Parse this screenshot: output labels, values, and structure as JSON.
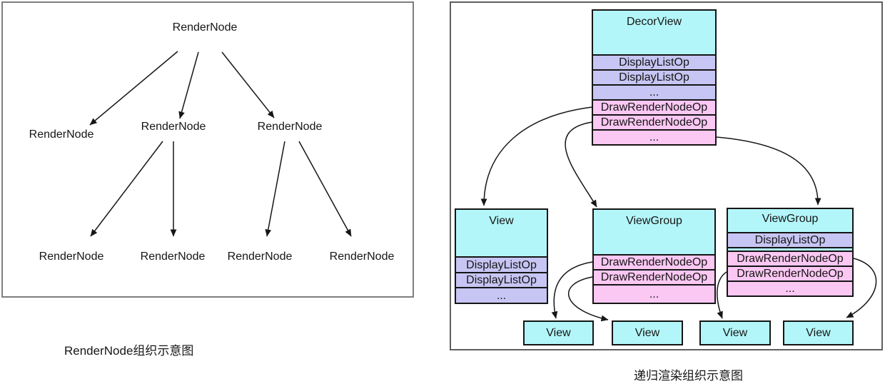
{
  "colors": {
    "cyan": "#b3f6f9",
    "purple": "#c7c5f3",
    "pink": "#fbc7f3",
    "box_border": "#151515",
    "panel_border": "#6e6e6e"
  },
  "left_diagram": {
    "caption": "RenderNode组织示意图",
    "root_label": "RenderNode",
    "level2_labels": [
      "RenderNode",
      "RenderNode",
      "RenderNode"
    ],
    "leaf_labels": [
      "RenderNode",
      "RenderNode",
      "RenderNode",
      "RenderNode"
    ]
  },
  "right_diagram": {
    "caption": "递归渲染组织示意图",
    "decorview_stack": {
      "title": "DecorView",
      "rows": [
        "DisplayListOp",
        "DisplayListOp",
        "...",
        "DrawRenderNodeOp",
        "DrawRenderNodeOp",
        "..."
      ]
    },
    "view_stack": {
      "title": "View",
      "rows": [
        "DisplayListOp",
        "DisplayListOp",
        "..."
      ]
    },
    "viewgroup_mid_stack": {
      "title": "ViewGroup",
      "rows": [
        "DrawRenderNodeOp",
        "DrawRenderNodeOp",
        "..."
      ]
    },
    "viewgroup_right_stack": {
      "title": "ViewGroup",
      "rows": [
        "DisplayListOp",
        "DrawRenderNodeOp",
        "DrawRenderNodeOp",
        "..."
      ]
    },
    "leaf_view_labels": [
      "View",
      "View",
      "View",
      "View"
    ]
  }
}
